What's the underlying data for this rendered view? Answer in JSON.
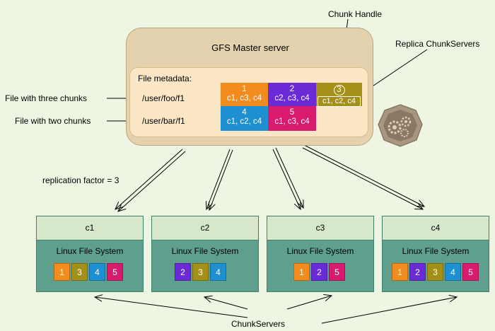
{
  "master": {
    "title": "GFS Master server",
    "metadata_label": "File metadata:"
  },
  "labels": {
    "chunk_handle": "Chunk Handle",
    "replica_chunkservers": "Replica ChunkServers",
    "file_three_chunks": "File with three chunks",
    "file_two_chunks": "File with two chunks",
    "replication_factor": "replication factor = 3",
    "chunkservers": "ChunkServers"
  },
  "files": [
    {
      "path": "/user/foo/f1",
      "chunks": [
        {
          "id": "1",
          "replicas": "c1, c3, c4",
          "color": "#f28c1e"
        },
        {
          "id": "2",
          "replicas": "c2, c3, c4",
          "color": "#6a2bd6"
        },
        {
          "id": "3",
          "replicas": "c1,  c2, c4",
          "color": "#a49019"
        }
      ]
    },
    {
      "path": "/user/bar/f1",
      "chunks": [
        {
          "id": "4",
          "replicas": "c1, c2, c4",
          "color": "#1e8fd0"
        },
        {
          "id": "5",
          "replicas": "c1, c3, c4",
          "color": "#d81b6e"
        }
      ]
    }
  ],
  "chunkservers": [
    {
      "name": "c1",
      "fs": "Linux File System",
      "blocks": [
        "1",
        "3",
        "4",
        "5"
      ]
    },
    {
      "name": "c2",
      "fs": "Linux File System",
      "blocks": [
        "2",
        "3",
        "4"
      ]
    },
    {
      "name": "c3",
      "fs": "Linux File System",
      "blocks": [
        "1",
        "2",
        "5"
      ]
    },
    {
      "name": "c4",
      "fs": "Linux File System",
      "blocks": [
        "1",
        "2",
        "3",
        "4",
        "5"
      ]
    }
  ],
  "colors": {
    "1": "#f28c1e",
    "2": "#6a2bd6",
    "3": "#a49019",
    "4": "#1e8fd0",
    "5": "#d81b6e"
  },
  "icons": {
    "master_badge": "gears-icon"
  }
}
